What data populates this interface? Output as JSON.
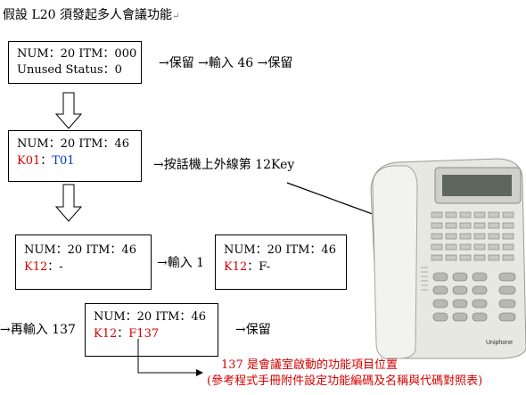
{
  "heading": "假設 L20 須發起多人會議功能",
  "box1": {
    "line1": "NUM：20    ITM：000",
    "line2": "Unused     Status：0"
  },
  "step1": "→保留  →輸入 46    →保留",
  "box2": {
    "line1": "NUM：20    ITM：46",
    "k_label": "K01",
    "sep": "：",
    "k_value": "T01"
  },
  "step2": "→按話機上外線第 12Key",
  "box3": {
    "line1": "NUM：20    ITM：46",
    "k_label": "K12",
    "sep": "：",
    "k_value": "-"
  },
  "step3": "→輸入 1",
  "box4": {
    "line1": "NUM：20    ITM：46",
    "k_label": "K12",
    "sep": "：",
    "k_value": "F-"
  },
  "step4": "→再輸入 137",
  "box5": {
    "line1": "NUM：20    ITM：46",
    "k_label": "K12",
    "sep": "：",
    "k_value": "F137"
  },
  "step5": "→保留",
  "note1": "137 是會議室啟動的功能項目位置",
  "note2": "(參考程式手冊附件設定功能編碼及名稱與代碼對照表)",
  "phone": {
    "brand": "Uniphone"
  },
  "colors": {
    "red": "#d40000",
    "blue": "#0033cc"
  }
}
